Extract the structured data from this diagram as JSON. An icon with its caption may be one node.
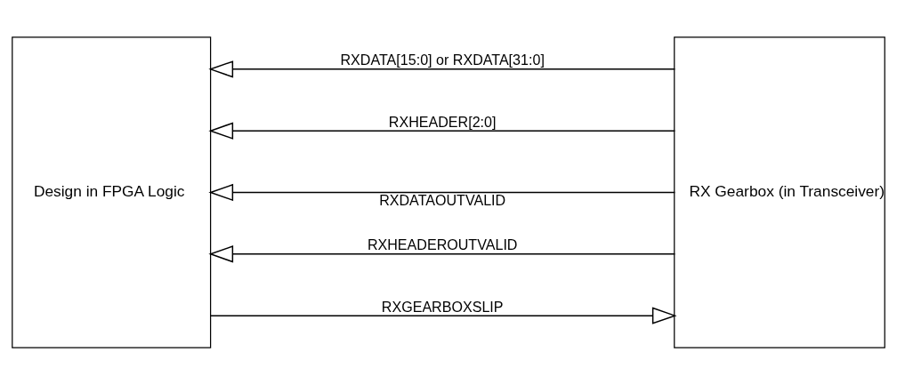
{
  "diagram": {
    "nodes": [
      {
        "text": [
          "Design in FPGA Logic"
        ]
      },
      {
        "text": [
          "RX Gearbox (in Transceiver)"
        ]
      }
    ],
    "edges": [
      {
        "from": 1,
        "to": 0,
        "arrow": "to",
        "label": "RXDATA[15:0] or RXDATA[31:0]"
      },
      {
        "from": 1,
        "to": 0,
        "arrow": "to",
        "label": "RXHEADER[2:0]"
      },
      {
        "from": 1,
        "to": 0,
        "arrow": "to",
        "label": "RXDATAOUTVALID"
      },
      {
        "from": 1,
        "to": 0,
        "arrow": "to",
        "label": "RXHEADEROUTVALID"
      },
      {
        "from": 0,
        "to": 1,
        "arrow": "to",
        "label": "RXGEARBOXSLIP"
      }
    ]
  }
}
